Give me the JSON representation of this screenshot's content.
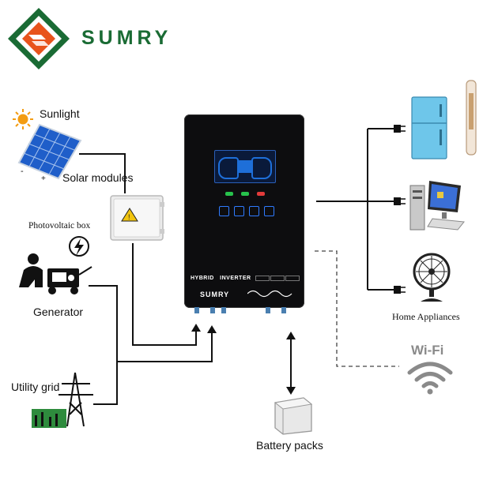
{
  "brand": {
    "name": "SUMRY",
    "color": "#1a6b34",
    "accent": "#e8541c"
  },
  "labels": {
    "sunlight": "Sunlight",
    "solar_modules": "Solar modules",
    "photovoltaic_box": "Photovoltaic box",
    "generator": "Generator",
    "utility_grid": "Utility grid",
    "battery_packs": "Battery packs",
    "home_appliances": "Home Appliances",
    "wifi": "Wi-Fi"
  },
  "inverter": {
    "model_label": "HYBRID   INVERTER",
    "brand": "SUMRY",
    "body_color": "#0d0d0f",
    "screen_color": "#1e6fd9"
  },
  "colors": {
    "line": "#111111",
    "dashed": "#444444",
    "wifi": "#8a8a8a"
  }
}
